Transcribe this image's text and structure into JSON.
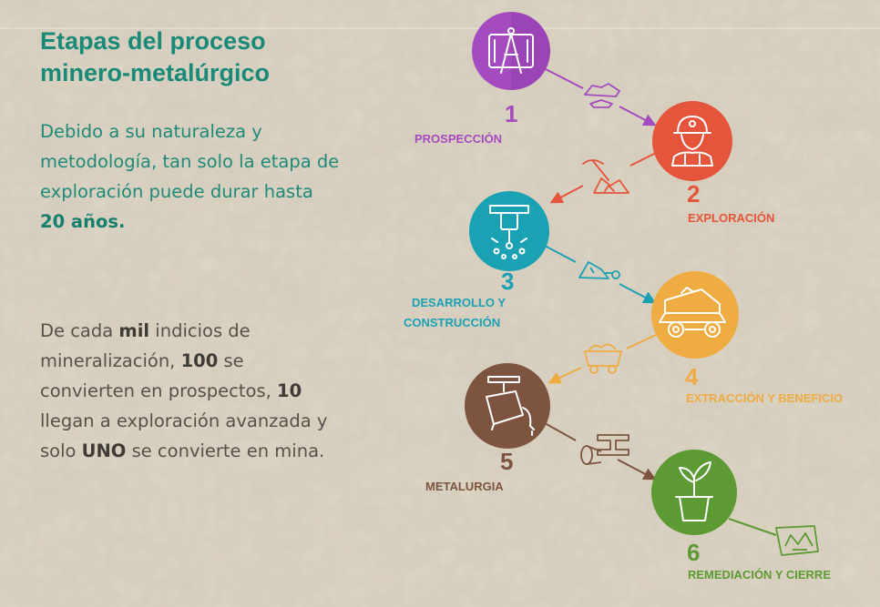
{
  "title": {
    "line1": "Etapas del proceso",
    "line2": "minero-metalúrgico"
  },
  "intro": {
    "t1": "Debido a su naturaleza y metodología, tan solo la etapa de exploración puede durar hasta ",
    "b1": "20 años."
  },
  "stats": {
    "t1": "De cada ",
    "b1": "mil",
    "t2": " indicios de mineralización, ",
    "b2": "100",
    "t3": " se convierten en prospectos, ",
    "b3": "10",
    "t4": " llegan a exploración avanzada y solo ",
    "b4": "UNO",
    "t5": " se convierte en mina."
  },
  "stages": [
    {
      "number": "1",
      "label": "PROSPECCIÓN",
      "color": "#a44bbf",
      "icon": "compass-map-icon"
    },
    {
      "number": "2",
      "label": "EXPLORACIÓN",
      "color": "#e4553b",
      "icon": "miner-helmet-icon"
    },
    {
      "number": "3",
      "label_line1": "DESARROLLO Y",
      "label_line2": "CONSTRUCCIÓN",
      "color": "#1aa1b3",
      "icon": "jackhammer-icon"
    },
    {
      "number": "4",
      "label": "EXTRACCIÓN Y BENEFICIO",
      "color": "#eeac43",
      "icon": "dump-truck-icon"
    },
    {
      "number": "5",
      "label": "METALURGIA",
      "color": "#7d5440",
      "icon": "ladle-pouring-icon"
    },
    {
      "number": "6",
      "label": "REMEDIACIÓN Y CIERRE",
      "color": "#5d9a34",
      "icon": "plant-pot-icon"
    }
  ],
  "connector_icons": [
    "rocks-icon",
    "pickaxe-icon",
    "excavator-icon",
    "ore-cart-icon",
    "steel-beam-icon",
    "landscape-map-icon"
  ]
}
